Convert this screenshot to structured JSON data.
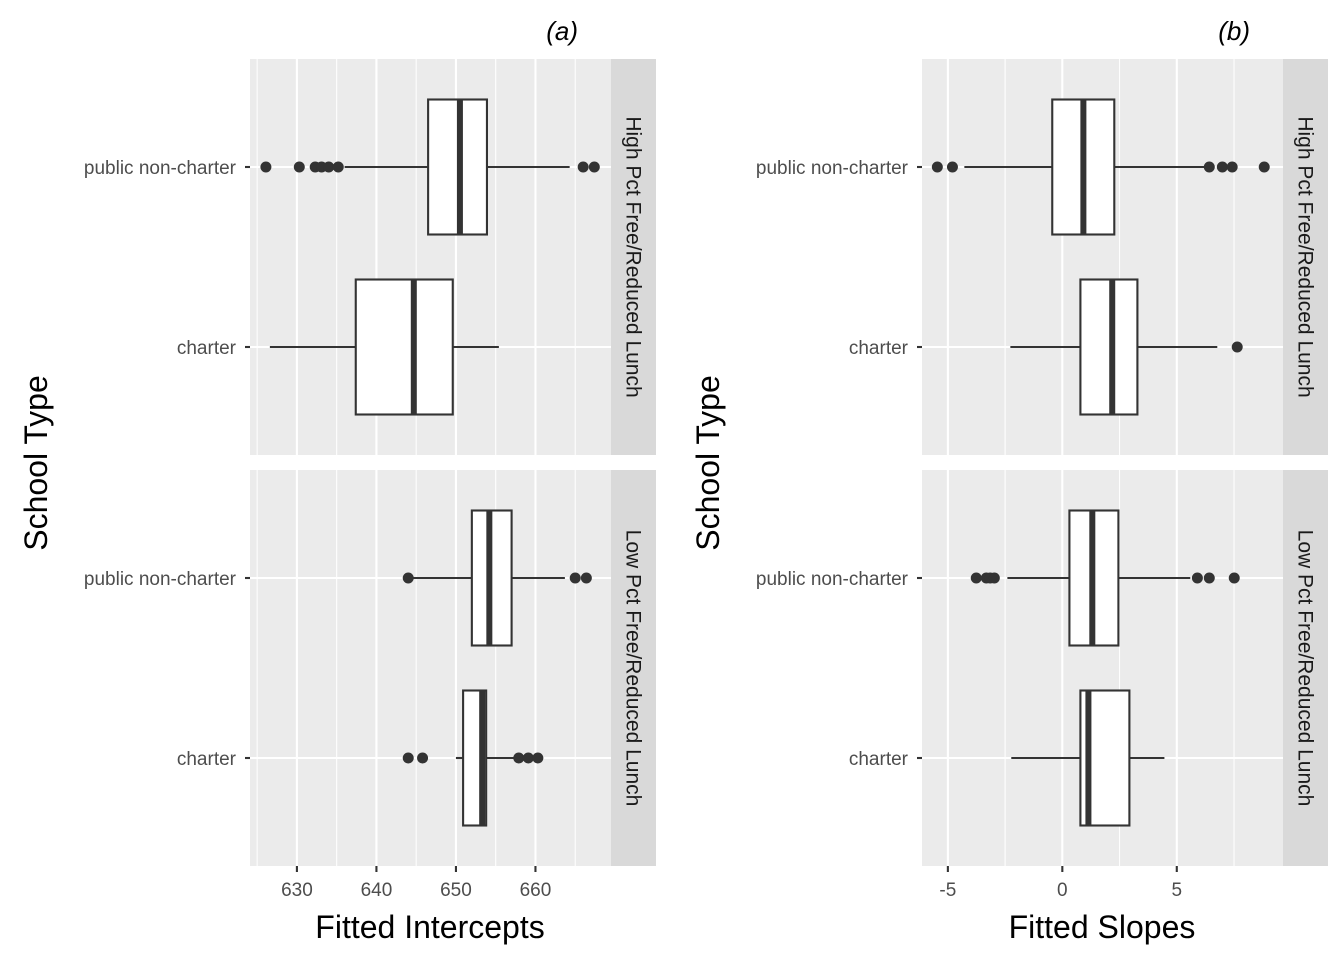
{
  "chart_data": [
    {
      "type": "boxplot",
      "orientation": "horizontal",
      "title": "(a)",
      "xlabel": "Fitted Intercepts",
      "ylabel": "School Type",
      "xlim": [
        624.1,
        669.5
      ],
      "x_ticks": [
        630,
        640,
        650,
        660
      ],
      "x_tick_labels": [
        "630",
        "640",
        "650",
        "660"
      ],
      "x_minor": [
        625,
        635,
        645,
        655,
        665
      ],
      "categories": [
        "charter",
        "public non-charter"
      ],
      "facets": [
        {
          "label": "High Pct Free/Reduced Lunch",
          "boxes": [
            {
              "category": "public non-charter",
              "whisker_low": 636.0,
              "q1": 646.5,
              "median": 650.5,
              "q3": 653.9,
              "whisker_high": 664.3,
              "outliers": [
                626.1,
                630.3,
                632.3,
                633.1,
                634.0,
                635.2,
                666.0,
                667.4
              ]
            },
            {
              "category": "charter",
              "whisker_low": 626.6,
              "q1": 637.4,
              "median": 644.7,
              "q3": 649.6,
              "whisker_high": 655.4,
              "outliers": []
            }
          ]
        },
        {
          "label": "Low Pct Free/Reduced Lunch",
          "boxes": [
            {
              "category": "public non-charter",
              "whisker_low": 644.0,
              "q1": 652.0,
              "median": 654.2,
              "q3": 657.0,
              "whisker_high": 663.7,
              "outliers": [
                644.0,
                665.0,
                666.4
              ]
            },
            {
              "category": "charter",
              "whisker_low": 650.0,
              "q1": 650.9,
              "median": 653.3,
              "q3": 653.8,
              "whisker_high": 657.8,
              "outliers": [
                644.0,
                645.8,
                657.9,
                659.1,
                660.3
              ]
            }
          ]
        }
      ],
      "grid": true
    },
    {
      "type": "boxplot",
      "orientation": "horizontal",
      "title": "(b)",
      "xlabel": "Fitted Slopes",
      "ylabel": "School Type",
      "xlim": [
        -6.13,
        9.64
      ],
      "x_ticks": [
        -5,
        0,
        5
      ],
      "x_tick_labels": [
        "-5",
        "0",
        "5"
      ],
      "x_minor": [
        -2.5,
        2.5,
        7.5
      ],
      "categories": [
        "charter",
        "public non-charter"
      ],
      "facets": [
        {
          "label": "High Pct Free/Reduced Lunch",
          "boxes": [
            {
              "category": "public non-charter",
              "whisker_low": -4.28,
              "q1": -0.44,
              "median": 0.92,
              "q3": 2.27,
              "whisker_high": 6.3,
              "outliers": [
                -5.46,
                -4.8,
                6.42,
                6.99,
                7.42,
                8.82
              ]
            },
            {
              "category": "charter",
              "whisker_low": -2.27,
              "q1": 0.79,
              "median": 2.18,
              "q3": 3.28,
              "whisker_high": 6.77,
              "outliers": [
                7.64
              ]
            }
          ]
        },
        {
          "label": "Low Pct Free/Reduced Lunch",
          "boxes": [
            {
              "category": "public non-charter",
              "whisker_low": -2.4,
              "q1": 0.31,
              "median": 1.31,
              "q3": 2.45,
              "whisker_high": 5.59,
              "outliers": [
                -3.76,
                -3.32,
                -3.15,
                -2.97,
                5.9,
                6.42,
                7.51
              ]
            },
            {
              "category": "charter",
              "whisker_low": -2.23,
              "q1": 0.79,
              "median": 1.14,
              "q3": 2.93,
              "whisker_high": 4.46,
              "outliers": []
            }
          ]
        }
      ],
      "grid": true
    }
  ]
}
